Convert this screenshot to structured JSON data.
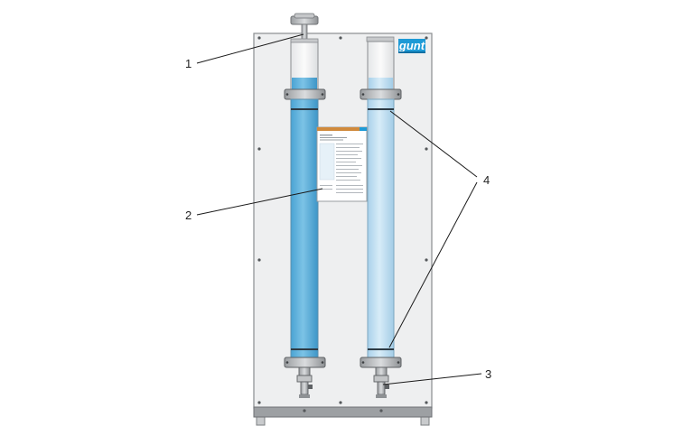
{
  "diagram": {
    "brand_logo": "gunt",
    "callouts": [
      {
        "number": "1"
      },
      {
        "number": "2"
      },
      {
        "number": "3"
      },
      {
        "number": "4"
      }
    ],
    "colors": {
      "panel": "#eeeff0",
      "panel_border": "#8a8d90",
      "water_left": "#5fb2dc",
      "water_right": "#bcdcf0",
      "flange": "#b9bcbf",
      "brand_bg": "#1e9ad6"
    }
  }
}
